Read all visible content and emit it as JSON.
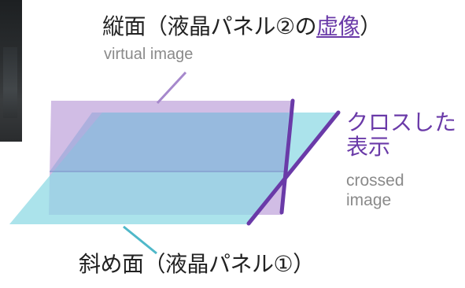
{
  "labels": {
    "vertical_prefix": "縦面（液晶パネル②の",
    "vertical_underlined": "虚像",
    "vertical_suffix": "）",
    "vertical_en": "virtual image",
    "crossed_jp_line1": "クロスした",
    "crossed_jp_line2": "表示",
    "crossed_en_line1": "crossed",
    "crossed_en_line2": "image",
    "slanted": "斜め面（液晶パネル①）"
  },
  "colors": {
    "vertical_plane": "#b89fd3",
    "slanted_plane": "#7fd3df",
    "overlap": "#8fa8d6",
    "cross_line": "#6a3aa8",
    "leader_top": "#a688cc",
    "leader_bottom": "#4fb8c9",
    "text_dark": "#222222",
    "text_gray": "#8a8a8a"
  }
}
